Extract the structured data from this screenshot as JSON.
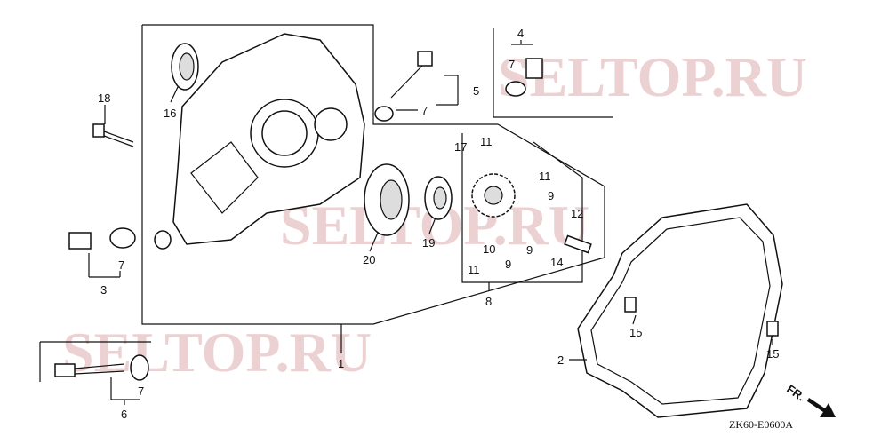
{
  "diagram": {
    "watermark": "SELTOP.RU",
    "drawing_code": "ZK60-E0600A",
    "direction_label": "FR.",
    "callouts": [
      "18",
      "16",
      "4",
      "7",
      "5",
      "7",
      "17",
      "11",
      "11",
      "9",
      "12",
      "10",
      "9",
      "9",
      "14",
      "11",
      "8",
      "20",
      "19",
      "3",
      "7",
      "1",
      "15",
      "15",
      "2",
      "7",
      "6"
    ]
  }
}
